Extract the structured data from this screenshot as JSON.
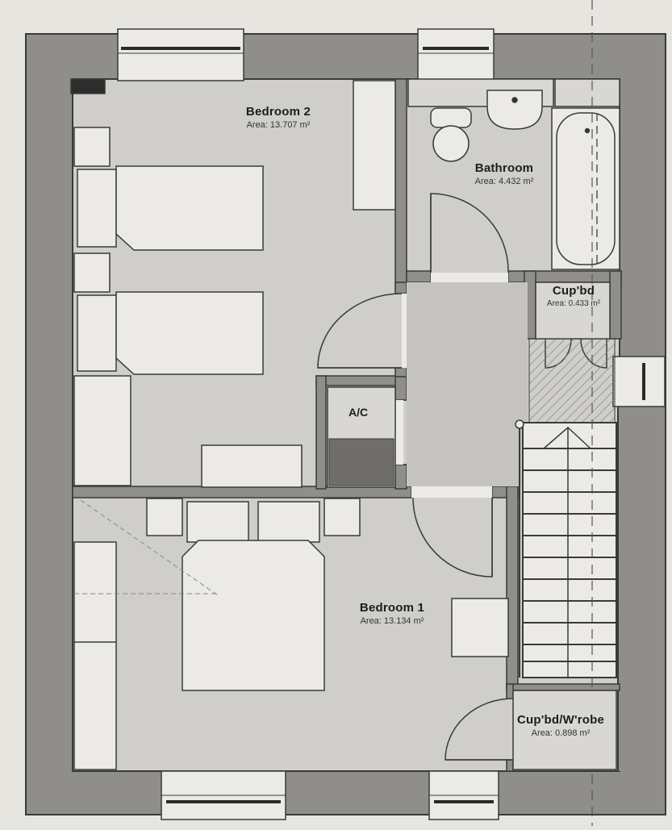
{
  "floor_plan": {
    "rooms": [
      {
        "id": "bedroom-2",
        "name": "Bedroom 2",
        "area": "Area: 13.707 m²"
      },
      {
        "id": "bathroom",
        "name": "Bathroom",
        "area": "Area: 4.432 m²"
      },
      {
        "id": "cupboard",
        "name": "Cup'bd",
        "area": "Area: 0.433 m²"
      },
      {
        "id": "airing-cupboard",
        "name": "A/C"
      },
      {
        "id": "bedroom-1",
        "name": "Bedroom 1",
        "area": "Area: 13.134 m²"
      },
      {
        "id": "cupboard-wardrobe",
        "name": "Cup'bd/W'robe",
        "area": "Area: 0.898 m²"
      }
    ],
    "colors": {
      "wall": "#8f8e8a",
      "floor": "#cfceca",
      "fixture": "#ebeae6",
      "line": "#3a3a38",
      "paper": "#e6e5e0",
      "tank": "#6f6e6b"
    }
  }
}
